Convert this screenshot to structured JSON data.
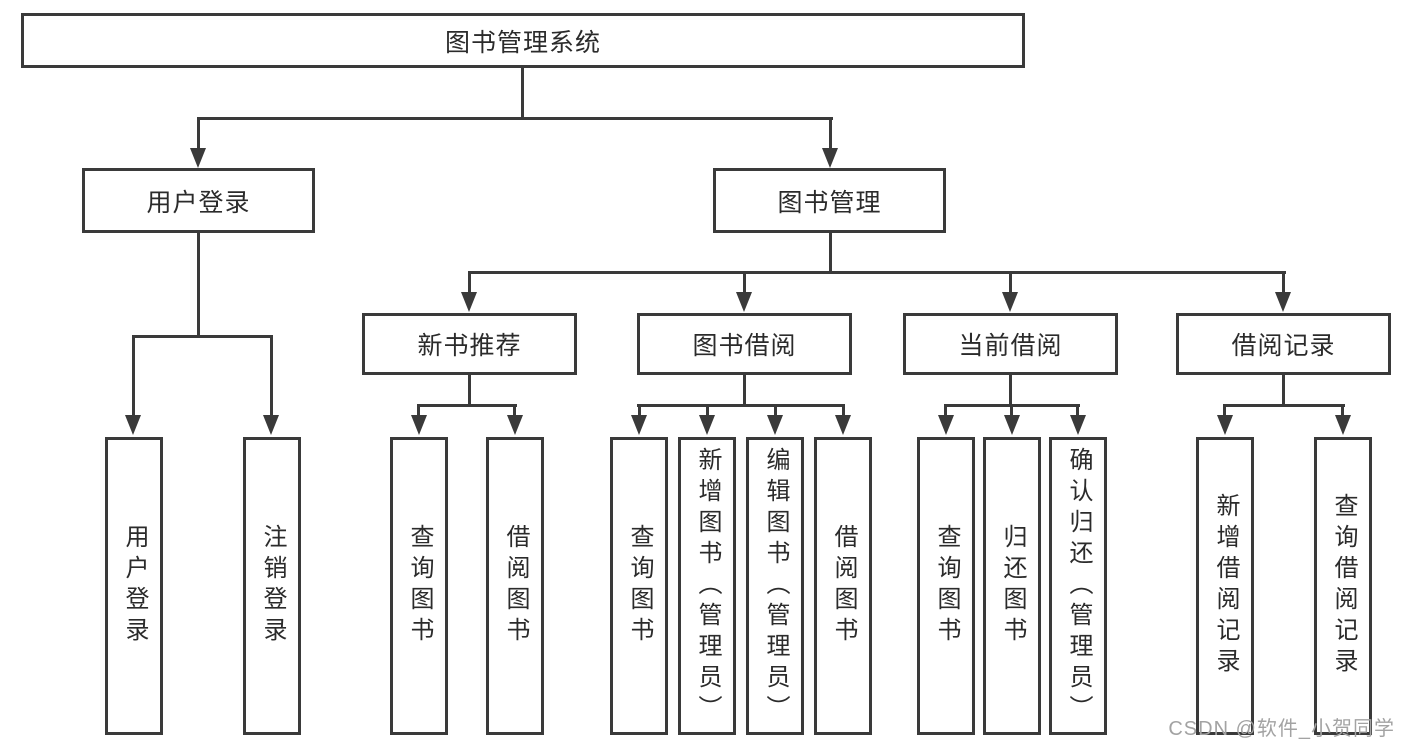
{
  "tree": {
    "label": "图书管理系统",
    "children": [
      {
        "label": "用户登录",
        "children": [
          {
            "label": "用户登录"
          },
          {
            "label": "注销登录"
          }
        ]
      },
      {
        "label": "图书管理",
        "children": [
          {
            "label": "新书推荐",
            "children": [
              {
                "label": "查询图书"
              },
              {
                "label": "借阅图书"
              }
            ]
          },
          {
            "label": "图书借阅",
            "children": [
              {
                "label": "查询图书"
              },
              {
                "label": "新增图书（管理员）"
              },
              {
                "label": "编辑图书（管理员）"
              },
              {
                "label": "借阅图书"
              }
            ]
          },
          {
            "label": "当前借阅",
            "children": [
              {
                "label": "查询图书"
              },
              {
                "label": "归还图书"
              },
              {
                "label": "确认归还（管理员）"
              }
            ]
          },
          {
            "label": "借阅记录",
            "children": [
              {
                "label": "新增借阅记录"
              },
              {
                "label": "查询借阅记录"
              }
            ]
          }
        ]
      }
    ]
  },
  "watermark": "CSDN @软件_小贺同学",
  "colors": {
    "line": "#3a3a3a",
    "text": "#2b2b2b",
    "watermark": "#a3a3a3",
    "background": "#ffffff"
  }
}
